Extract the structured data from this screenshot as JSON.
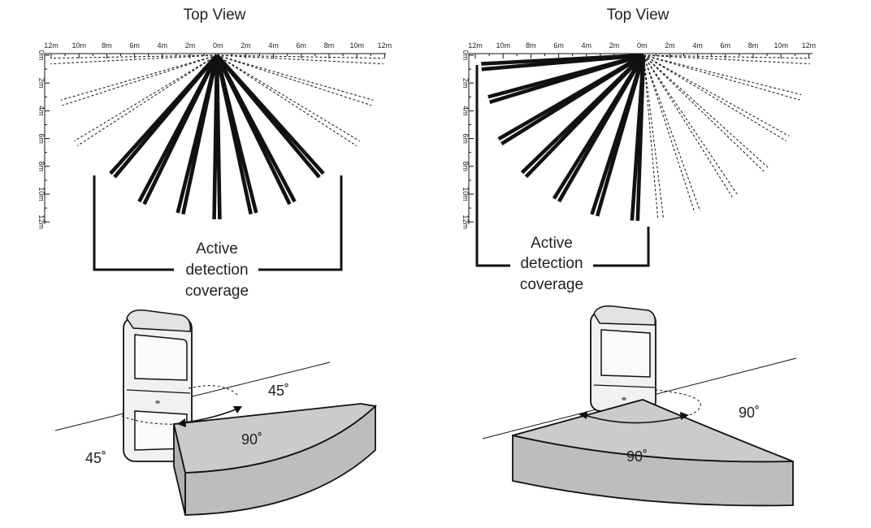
{
  "panels": [
    {
      "id": "left",
      "title": "Top View",
      "x_ticks": [
        "12m",
        "10m",
        "8m",
        "6m",
        "4m",
        "2m",
        "0m",
        "2m",
        "4m",
        "6m",
        "8m",
        "10m",
        "12m"
      ],
      "y_ticks": [
        "0m",
        "2m",
        "4m",
        "6m",
        "8m",
        "10m",
        "12m"
      ],
      "coverage_label": [
        "Active",
        "detection",
        "coverage"
      ],
      "angles": {
        "left": "45˚",
        "right": "45˚",
        "center": "90˚"
      }
    },
    {
      "id": "right",
      "title": "Top View",
      "x_ticks": [
        "12m",
        "10m",
        "8m",
        "6m",
        "4m",
        "2m",
        "0m",
        "2m",
        "4m",
        "6m",
        "8m",
        "10m",
        "12m"
      ],
      "y_ticks": [
        "0m",
        "2m",
        "4m",
        "6m",
        "8m",
        "10m",
        "12m"
      ],
      "coverage_label": [
        "Active",
        "detection",
        "coverage"
      ],
      "angles": {
        "right": "90˚",
        "center": "90˚"
      }
    }
  ],
  "colors": {
    "ink": "#111111",
    "floor": "#cbcbcb",
    "device": "#f1f1f1"
  }
}
